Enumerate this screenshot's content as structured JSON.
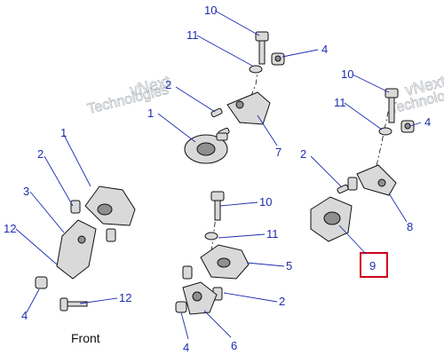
{
  "diagram": {
    "callouts": {
      "a_bolt_10": "10",
      "a_washer_11": "11",
      "a_nut_4": "4",
      "a_screw_2": "2",
      "a_mount_1": "1",
      "a_bracket_7": "7",
      "b_bolt_10": "10",
      "b_washer_11": "11",
      "b_nut_4": "4",
      "b_screw_2": "2",
      "b_bracket_8": "8",
      "b_mount_9": "9",
      "c_mount_1": "1",
      "c_screw_2": "2",
      "c_bracket_3": "3",
      "c_bracket_12": "12",
      "c_nut_4": "4",
      "c_bolt_12": "12",
      "d_bolt_10": "10",
      "d_washer_11": "11",
      "d_mount_5": "5",
      "d_screw_2": "2",
      "d_nut_4": "4",
      "d_bracket_6": "6"
    },
    "front_label": "Front",
    "watermark": {
      "line1": "vNext",
      "line2": "Technologies"
    },
    "highlight_color": "#d0021b",
    "callout_color": "#1c2db0"
  }
}
